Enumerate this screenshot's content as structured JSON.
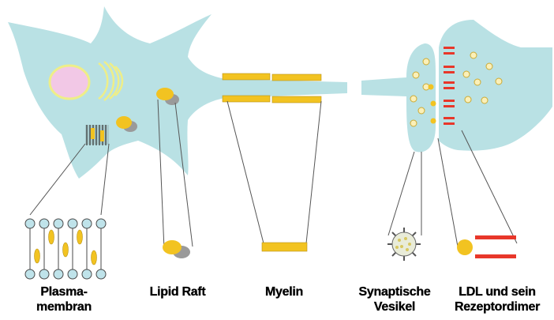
{
  "labels": {
    "plasma": {
      "line1": "Plasma-",
      "line2": "membran"
    },
    "lipid_raft": {
      "line1": "Lipid Raft"
    },
    "myelin": {
      "line1": "Myelin"
    },
    "vesicle": {
      "line1": "Synaptische",
      "line2": "Vesikel"
    },
    "ldl": {
      "line1": "LDL und sein",
      "line2": "Rezeptordimer"
    }
  },
  "colors": {
    "cytoplasm": "#b9e1e4",
    "nucleus": "#f2c8e6",
    "lipid_yellow": "#f2c321",
    "lipid_raft_gray": "#9a9a9a",
    "receptor_red": "#e8372a",
    "lipid_head": "#bfe3ea",
    "outline": "#4a4a4a"
  }
}
